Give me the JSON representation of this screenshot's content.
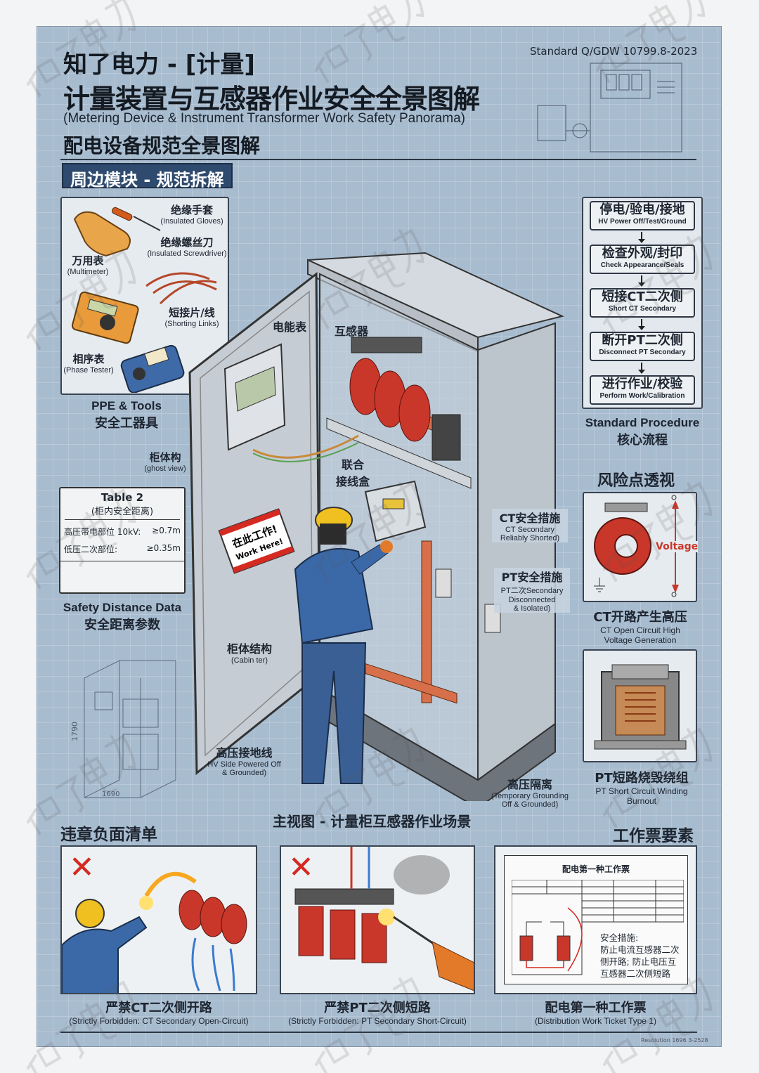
{
  "header": {
    "brand_line": "知了电力 - [计量]",
    "title": "计量装置与互感器作业安全全景图解",
    "subtitle_en": "(Metering Device & Instrument Transformer Work Safety Panorama)",
    "subtitle_cn": "配电设备规范全景图解",
    "standard": "Standard Q/GDW 10799.8-2023"
  },
  "section_tag": "周边模块 - 规范拆解",
  "ppe": {
    "items": [
      {
        "cn": "绝缘手套",
        "en": "(Insulated Gloves)"
      },
      {
        "cn": "绝缘螺丝刀",
        "en": "(Insulated Screwdriver)"
      },
      {
        "cn": "万用表",
        "en": "(Multimeter)"
      },
      {
        "cn": "短接片/线",
        "en": "(Shorting Links)"
      },
      {
        "cn": "相序表",
        "en": "(Phase Tester)"
      }
    ],
    "caption_en": "PPE & Tools",
    "caption_cn": "安全工器具"
  },
  "safety_table": {
    "title": "Table 2",
    "subtitle": "(柜内安全距离)",
    "rows": [
      {
        "label": "高压带电部位 10kV:",
        "value": "≥0.7m"
      },
      {
        "label": "低压二次部位:",
        "value": "≥0.35m"
      }
    ],
    "caption_en": "Safety Distance Data",
    "caption_cn": "安全距离参数"
  },
  "main_labels": {
    "meter": "电能表",
    "transformer": "互感器",
    "ghost_cn": "柜体构",
    "ghost_en": "(ghost view)",
    "junction_1": "联合",
    "junction_2": "接线盒",
    "sign_cn": "在此工作!",
    "sign_en": "Work Here!",
    "cabinet_cn": "柜体结构",
    "cabinet_en": "(Cabin ter)",
    "ground_cn": "高压接地线",
    "ground_en_1": "HV Side Powered Off",
    "ground_en_2": "& Grounded)",
    "ct_cn": "CT安全措施",
    "ct_en_1": "CT Secondary",
    "ct_en_2": "Reliably Shorted)",
    "pt_cn": "PT安全措施",
    "pt_en_1": "PT二次Secondary",
    "pt_en_2": "Disconnected",
    "pt_en_3": "& Isolated)",
    "iso_cn": "高压隔离",
    "iso_en_1": "(Temporary Grounding",
    "iso_en_2": "Off & Grounded)",
    "dim_label": "1790",
    "dim_label_2": "1690",
    "main_caption": "主视图 - 计量柜互感器作业场景"
  },
  "procedure": {
    "steps": [
      {
        "cn": "停电/验电/接地",
        "en": "HV Power Off/Test/Ground"
      },
      {
        "cn": "检查外观/封印",
        "en": "Check Appearance/Seals"
      },
      {
        "cn": "短接CT二次侧",
        "en": "Short CT Secondary"
      },
      {
        "cn": "断开PT二次侧",
        "en": "Disconnect PT Secondary"
      },
      {
        "cn": "进行作业/校验",
        "en": "Perform Work/Calibration"
      }
    ],
    "caption_en": "Standard Procedure",
    "caption_cn": "核心流程"
  },
  "risk": {
    "title": "风险点透视",
    "ct_voltage_label": "Voltage",
    "ct_cn": "CT开路产生高压",
    "ct_en_1": "CT Open Circuit High",
    "ct_en_2": "Voltage Generation",
    "pt_cn": "PT短路烧毁绕组",
    "pt_en_1": "PT Short Circuit Winding",
    "pt_en_2": "Burnout"
  },
  "violations": {
    "title": "违章负面清单",
    "items": [
      {
        "cn": "严禁CT二次侧开路",
        "en": "(Strictly Forbidden: CT Secondary Open-Circuit)"
      },
      {
        "cn": "严禁PT二次侧短路",
        "en": "(Strictly Forbidden: PT Secondary Short-Circuit)"
      }
    ]
  },
  "ticket": {
    "title": "工作票要素",
    "doc_title": "配电第一种工作票",
    "measures_1": "安全措施:",
    "measures_2": "防止电流互感器二次",
    "measures_3": "侧开路; 防止电压互",
    "measures_4": "互感器二次侧短路",
    "caption_cn": "配电第一种工作票",
    "caption_en": "(Distribution Work Ticket Type 1)"
  },
  "watermark": "知了电力",
  "resolution": "Resolution 1696 3-2528",
  "colors": {
    "background": "#a8bccf",
    "accent_red": "#d42a22",
    "tag_blue": "#2e4a6e",
    "coil_red": "#c8372a",
    "copper": "#d7704a"
  }
}
